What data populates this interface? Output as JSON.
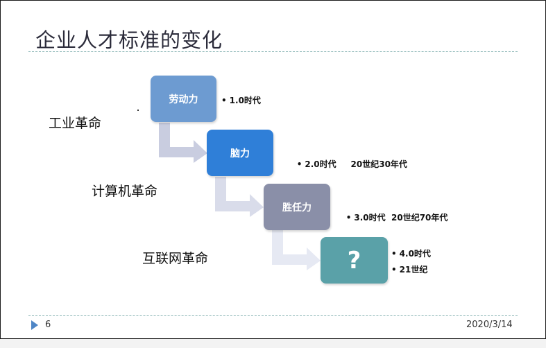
{
  "slide": {
    "title": "企业人才标准的变化",
    "page_number": "6",
    "date": "2020/3/14"
  },
  "eras": [
    {
      "label": "工业革命"
    },
    {
      "label": "计算机革命"
    },
    {
      "label": "互联网革命"
    }
  ],
  "stages": [
    {
      "label": "劳动力",
      "color": "#6d9bd1",
      "notes": [
        "1.0时代"
      ]
    },
    {
      "label": "脑力",
      "color": "#2f7fd8",
      "notes": [
        "2.0时代     20世纪30年代"
      ]
    },
    {
      "label": "胜任力",
      "color": "#8a8fa8",
      "notes": [
        "3.0时代  20世纪70年代"
      ]
    },
    {
      "label": "?",
      "color": "#5aa1a8",
      "notes": [
        "4.0时代",
        "21世纪"
      ]
    }
  ],
  "icons": {
    "footer": "play-triangle-icon",
    "connector": "bent-arrow-icon"
  }
}
